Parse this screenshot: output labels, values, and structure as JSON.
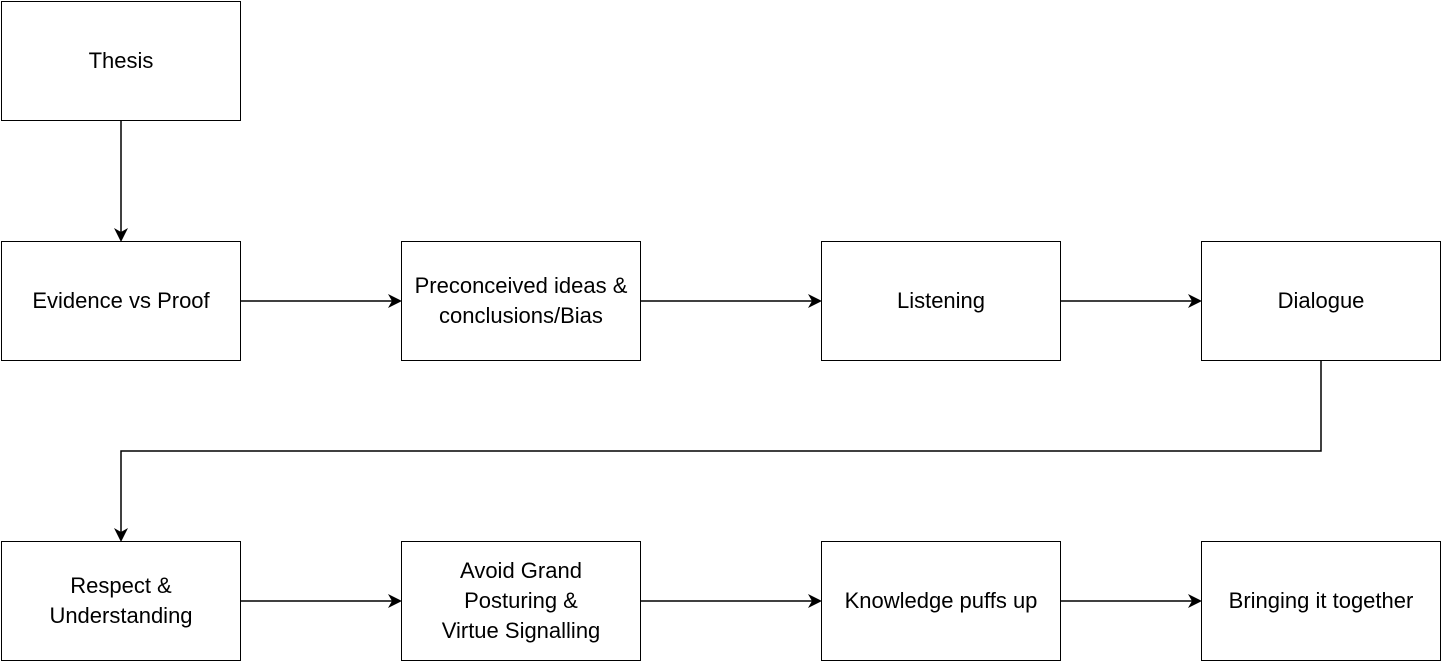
{
  "colors": {
    "stroke": "#000000",
    "fill": "#ffffff",
    "text": "#000000"
  },
  "nodes": {
    "thesis": "Thesis",
    "evidence": "Evidence vs Proof",
    "preconceived": "Preconceived ideas &\nconclusions/Bias",
    "listening": "Listening",
    "dialogue": "Dialogue",
    "respect": "Respect &\nUnderstanding",
    "avoid": "Avoid Grand\nPosturing &\nVirtue Signalling",
    "knowledge": "Knowledge puffs up",
    "bringing": "Bringing it together"
  },
  "edges": [
    {
      "from": "thesis",
      "to": "evidence"
    },
    {
      "from": "evidence",
      "to": "preconceived"
    },
    {
      "from": "preconceived",
      "to": "listening"
    },
    {
      "from": "listening",
      "to": "dialogue"
    },
    {
      "from": "dialogue",
      "to": "respect"
    },
    {
      "from": "respect",
      "to": "avoid"
    },
    {
      "from": "avoid",
      "to": "knowledge"
    },
    {
      "from": "knowledge",
      "to": "bringing"
    }
  ]
}
